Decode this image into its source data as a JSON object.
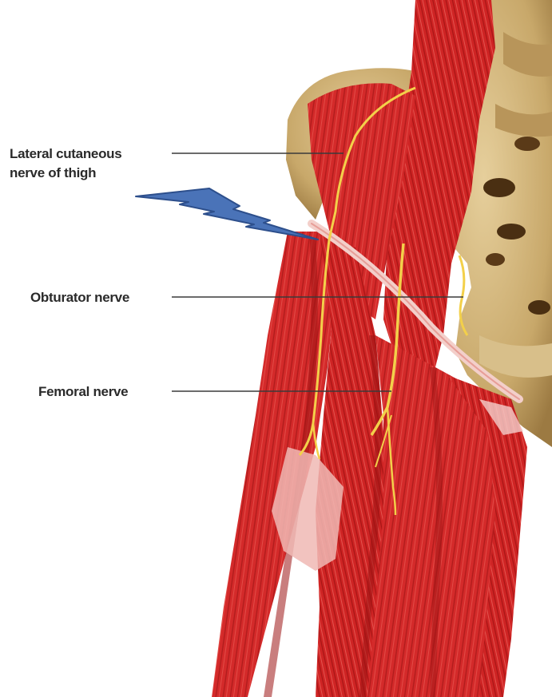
{
  "labels": {
    "lateral_cutaneous_line1": "Lateral cutaneous",
    "lateral_cutaneous_line2": "nerve of thigh",
    "obturator": "Obturator nerve",
    "femoral": "Femoral nerve"
  },
  "colors": {
    "muscle": "#d42a2a",
    "muscle_dark": "#a81616",
    "muscle_light": "#e8706a",
    "bone": "#cfb27a",
    "bone_dark": "#8a6a35",
    "nerve": "#f3d04a",
    "ligament": "#f0c4c0",
    "pointer_fill": "#4a73b8",
    "pointer_stroke": "#2d4f8c",
    "leader_line": "#3a3a3a"
  },
  "icons": {
    "pointer": "lightning-arrow-icon"
  }
}
